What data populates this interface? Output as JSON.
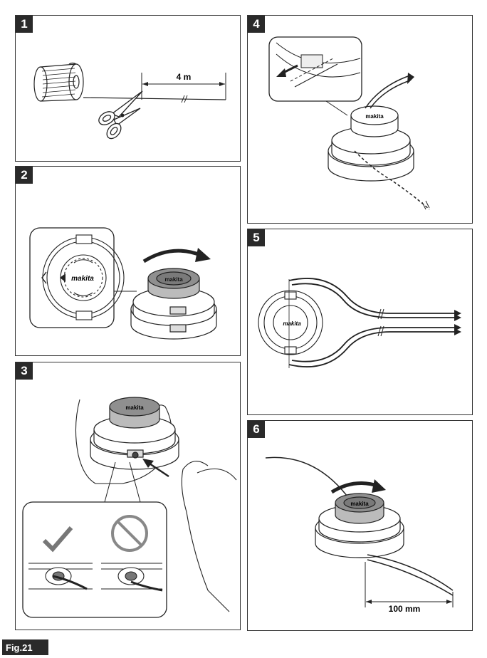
{
  "panels": [
    {
      "number": "1",
      "label_length": "4 m"
    },
    {
      "number": "2",
      "brand": "makita"
    },
    {
      "number": "3"
    },
    {
      "number": "4",
      "brand": "makita"
    },
    {
      "number": "5",
      "brand": "makita"
    },
    {
      "number": "6",
      "label_length": "100 mm"
    }
  ],
  "figure_label": "Fig.21",
  "icons": [
    "check-icon",
    "prohibited-icon",
    "rotation-arrow-icon",
    "pull-arrow-icon",
    "scissors-icon"
  ]
}
